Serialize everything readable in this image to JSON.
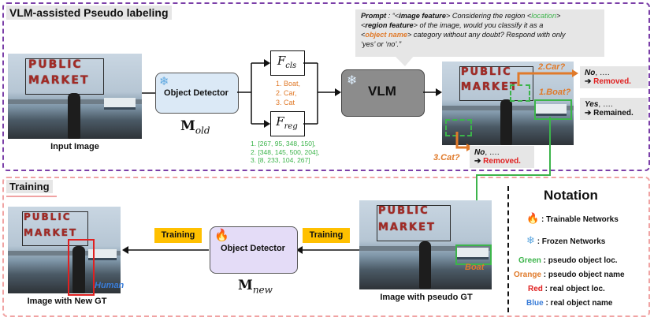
{
  "sections": {
    "top_title": "VLM-assisted Pseudo labeling",
    "bottom_title": "Training"
  },
  "top": {
    "input_caption": "Input Image",
    "detector_label": "Object Detector",
    "model_old_main": "M",
    "model_old_sub": "old",
    "f_cls_main": "F",
    "f_cls_sub": "cls",
    "f_reg_main": "F",
    "f_reg_sub": "reg",
    "cls_list": [
      "1. Boat,",
      "2. Car,",
      "3. Cat"
    ],
    "reg_list": [
      "1. [267, 95, 348, 150],",
      "2. [348, 145, 500, 204],",
      "3. [8, 233, 104, 267]"
    ],
    "vlm_label": "VLM",
    "prompt": {
      "lead": "Prompt",
      "text_a": " : “<",
      "image_feature": "image feature",
      "text_b": "> Considering the region <",
      "location": "location",
      "text_c": ">",
      "text_d": "<",
      "region_feature": "region feature",
      "text_e": "> of the image, would you classify it as a",
      "text_f": "<",
      "object_name": "object name",
      "text_g": "> category without any doubt? Respond with only",
      "text_h": "‘yes’ or ‘no’.”"
    },
    "q_car": "2.Car?",
    "q_boat": "1.Boat?",
    "q_cat": "3.Cat?",
    "ans_car": {
      "word": "No",
      "rest": ", ….",
      "arrow": "➔",
      "result": "Removed."
    },
    "ans_boat": {
      "word": "Yes",
      "rest": ", ….",
      "arrow": "➔",
      "result": "Remained."
    },
    "ans_cat": {
      "word": "No",
      "rest": ", ….",
      "arrow": "➔",
      "result": "Removed."
    }
  },
  "bottom": {
    "new_gt_caption": "Image with New GT",
    "human_label": "Human",
    "training_left": "Training",
    "training_right": "Training",
    "detector_label": "Object Detector",
    "model_new_main": "M",
    "model_new_sub": "new",
    "pseudo_caption": "Image with pseudo GT",
    "boat_label": "Boat"
  },
  "image_sign": [
    "PUBLIC",
    "MARKET"
  ],
  "notation": {
    "title": "Notation",
    "trainable": ": Trainable Networks",
    "frozen": ": Frozen Networks",
    "green_key": "Green",
    "green_desc": " : pseudo object loc.",
    "orange_key": "Orange",
    "orange_desc": " : pseudo object name",
    "red_key": "Red",
    "red_desc": " : real object loc.",
    "blue_key": "Blue",
    "blue_desc": " : real object name"
  },
  "icons": {
    "fire": "🔥",
    "snowflake": "❄"
  },
  "colors": {
    "purple_border": "#7b3fa8",
    "pink_border": "#f0a3a3",
    "green": "#3cb44b",
    "orange": "#e07a2a",
    "red": "#e02020",
    "blue": "#3a7dd8",
    "yellow": "#ffc000"
  }
}
